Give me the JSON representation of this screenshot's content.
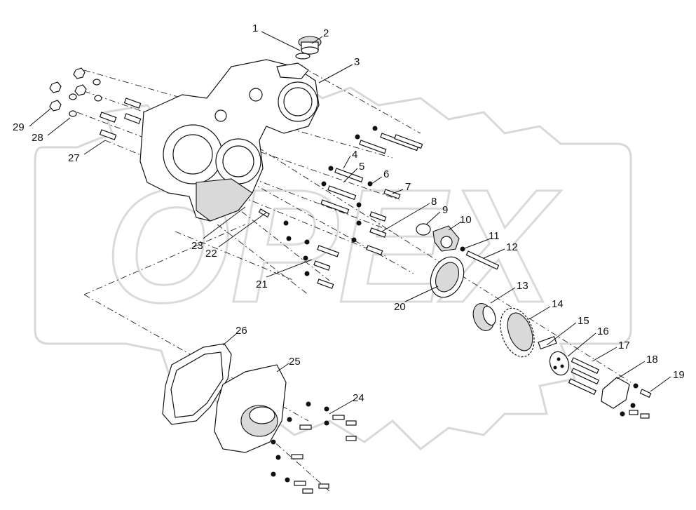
{
  "watermark": {
    "brand": "OPEX"
  },
  "callouts": [
    {
      "num": "1"
    },
    {
      "num": "2"
    },
    {
      "num": "3"
    },
    {
      "num": "4"
    },
    {
      "num": "5"
    },
    {
      "num": "6"
    },
    {
      "num": "7"
    },
    {
      "num": "8"
    },
    {
      "num": "9"
    },
    {
      "num": "10"
    },
    {
      "num": "11"
    },
    {
      "num": "12"
    },
    {
      "num": "13"
    },
    {
      "num": "14"
    },
    {
      "num": "15"
    },
    {
      "num": "16"
    },
    {
      "num": "17"
    },
    {
      "num": "18"
    },
    {
      "num": "19"
    },
    {
      "num": "20"
    },
    {
      "num": "21"
    },
    {
      "num": "22"
    },
    {
      "num": "23"
    },
    {
      "num": "24"
    },
    {
      "num": "25"
    },
    {
      "num": "26"
    },
    {
      "num": "27"
    },
    {
      "num": "28"
    },
    {
      "num": "29"
    }
  ],
  "colors": {
    "line": "#111111",
    "watermark": "#d8d8d8",
    "background": "#ffffff"
  }
}
